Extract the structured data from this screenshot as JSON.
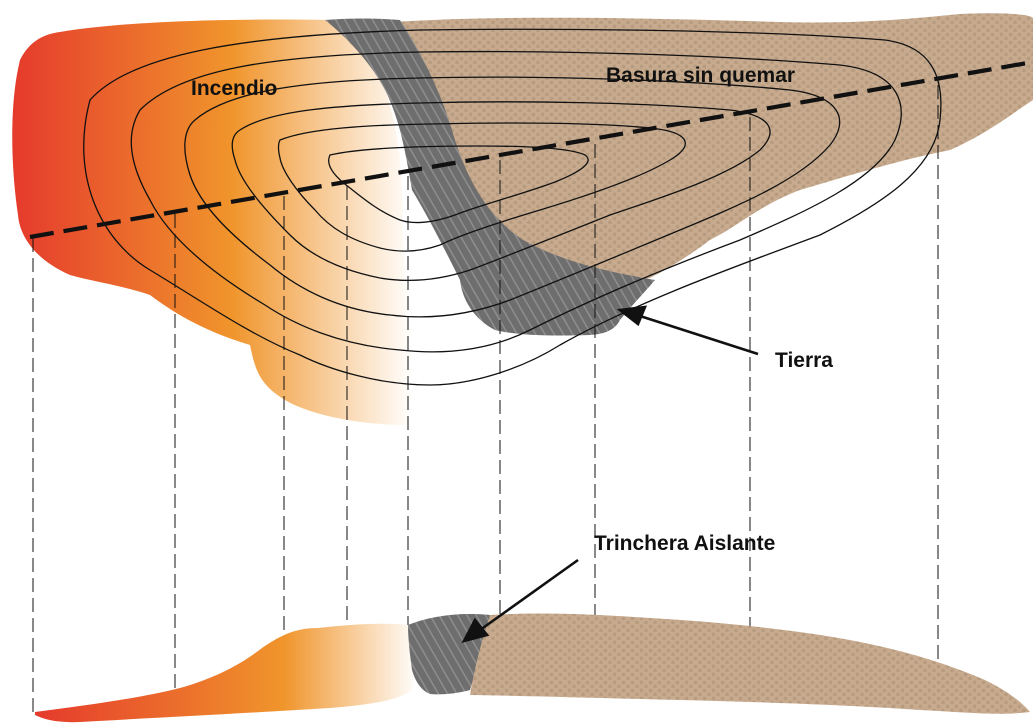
{
  "labels": {
    "fire": "Incendio",
    "garbage": "Basura sin quemar",
    "soil": "Tierra",
    "trench": "Trinchera Aislante"
  },
  "colors": {
    "fire_red": "#e53a2c",
    "fire_orange": "#f0952c",
    "fire_fade": "#ffffff",
    "soil_dark": "#6e6e6e",
    "soil_hatch": "#8e8e8e",
    "garbage_tan": "#c8ab8f",
    "garbage_dot": "#b79c80",
    "line": "#111111"
  }
}
